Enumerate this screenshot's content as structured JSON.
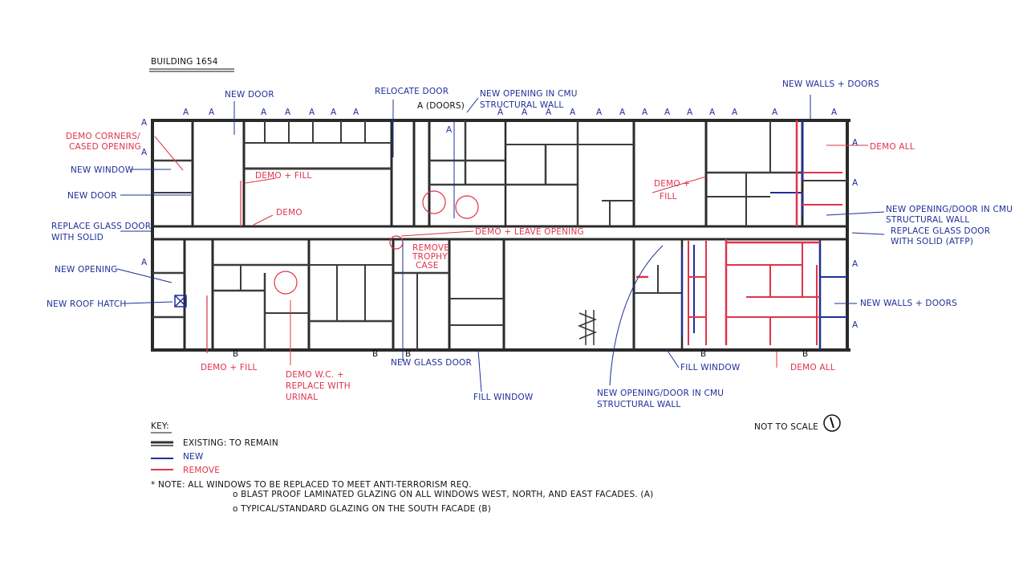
{
  "title": "BUILDING 1654",
  "colors": {
    "existing": "#333333",
    "new": "#1f2f9a",
    "remove": "#e0334a"
  },
  "annotations": {
    "new_door_top": "NEW DOOR",
    "relocate_door": "RELOCATE DOOR",
    "a_doors": "A (DOORS)",
    "new_opening_cmu_1": "NEW OPENING IN CMU",
    "new_opening_cmu_2": "STRUCTURAL WALL",
    "new_walls_doors_top": "NEW WALLS + DOORS",
    "demo_corners_1": "DEMO CORNERS/",
    "demo_corners_2": "CASED OPENING",
    "new_window": "NEW WINDOW",
    "new_door_left": "NEW DOOR",
    "replace_glass_left_1": "REPLACE GLASS DOOR",
    "replace_glass_left_2": "WITH SOLID",
    "new_opening_left": "NEW OPENING",
    "new_roof_hatch": "NEW ROOF HATCH",
    "demo_fill_1": "DEMO + FILL",
    "demo": "DEMO",
    "demo_leave_opening": "DEMO + LEAVE OPENING",
    "remove_trophy_case_1": "REMOVE",
    "remove_trophy_case_2": "TROPHY",
    "remove_trophy_case_3": "CASE",
    "demo_fill_right_1": "DEMO +",
    "demo_fill_right_2": "FILL",
    "demo_all_top": "DEMO ALL",
    "new_opening_door_right_1": "NEW OPENING/DOOR IN CMU",
    "new_opening_door_right_2": "STRUCTURAL WALL",
    "replace_glass_right_1": "REPLACE GLASS DOOR",
    "replace_glass_right_2": "WITH SOLID (ATFP)",
    "new_walls_doors_right": "NEW WALLS + DOORS",
    "demo_fill_bottom": "DEMO + FILL",
    "demo_wc_1": "DEMO W.C. +",
    "demo_wc_2": "REPLACE WITH",
    "demo_wc_3": "URINAL",
    "new_glass_door": "NEW GLASS DOOR",
    "fill_window_mid": "FILL WINDOW",
    "new_opening_door_bottom_1": "NEW OPENING/DOOR IN CMU",
    "new_opening_door_bottom_2": "STRUCTURAL WALL",
    "fill_window_right": "FILL WINDOW",
    "demo_all_bottom": "DEMO ALL",
    "window_tag_a": "A",
    "window_tag_b": "B"
  },
  "key": {
    "title": "KEY:",
    "existing": "EXISTING: TO REMAIN",
    "new": "NEW",
    "remove": "REMOVE"
  },
  "notes": {
    "note_main": "* NOTE: ALL WINDOWS TO BE REPLACED TO MEET ANTI-TERRORISM REQ.",
    "note_a": "o BLAST PROOF LAMINATED GLAZING ON ALL WINDOWS WEST, NORTH, AND EAST FACADES. (A)",
    "note_b": "o TYPICAL/STANDARD GLAZING ON THE SOUTH FACADE (B)"
  },
  "scale_note": "NOT TO SCALE"
}
